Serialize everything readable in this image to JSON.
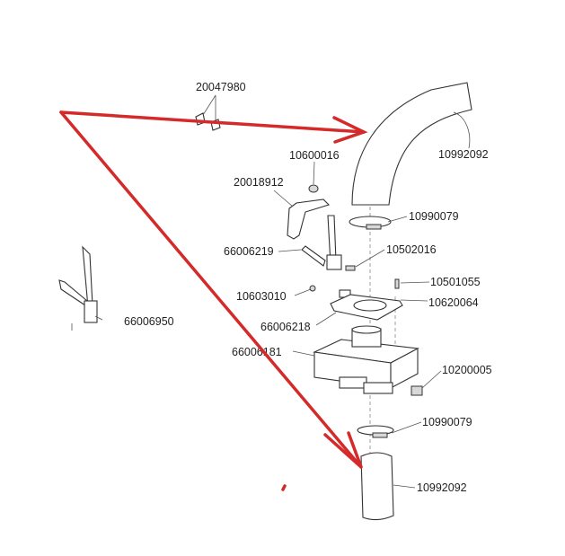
{
  "diagram": {
    "parts": {
      "p20047980": "20047980",
      "p10992092_top": "10992092",
      "p10600016": "10600016",
      "p20018912": "20018912",
      "p10990079_top": "10990079",
      "p66006219": "66006219",
      "p10502016": "10502016",
      "p10501055": "10501055",
      "p10603010": "10603010",
      "p10620064": "10620064",
      "p66006950": "66006950",
      "p66006218": "66006218",
      "p66006181": "66006181",
      "p10200005": "10200005",
      "p10990079_bottom": "10990079",
      "p10992092_bottom": "10992092"
    },
    "annotation_color": "#d42a2a"
  }
}
